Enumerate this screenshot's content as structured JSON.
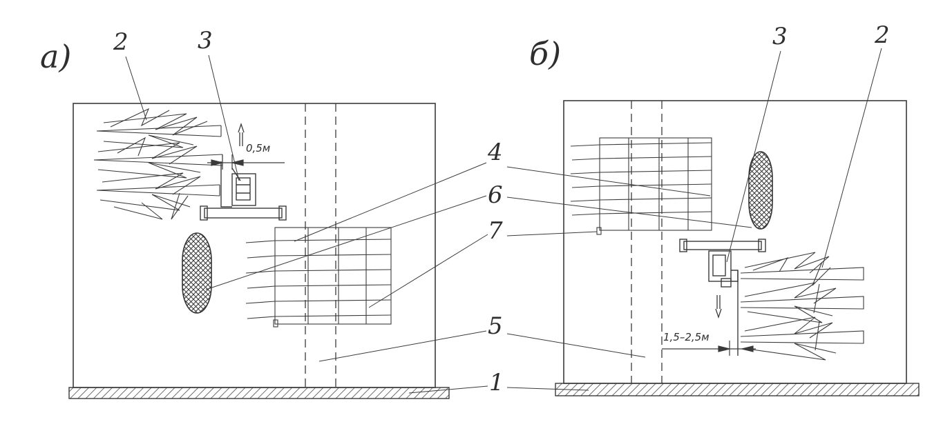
{
  "panels": [
    {
      "id": "a",
      "label": "а)",
      "dimension": "0,5м",
      "callouts": {
        "1": "1",
        "2": "2",
        "3": "3",
        "4": "4",
        "5": "5",
        "6": "6",
        "7": "7"
      }
    },
    {
      "id": "b",
      "label": "б)",
      "dimension": "1,5–2,5м",
      "callouts": {
        "1": "1",
        "2": "2",
        "3": "3",
        "5": "5"
      }
    }
  ],
  "colors": {
    "ink": "#3a3a3a",
    "paper": "#ffffff",
    "hatch": "#4a4a4a"
  }
}
